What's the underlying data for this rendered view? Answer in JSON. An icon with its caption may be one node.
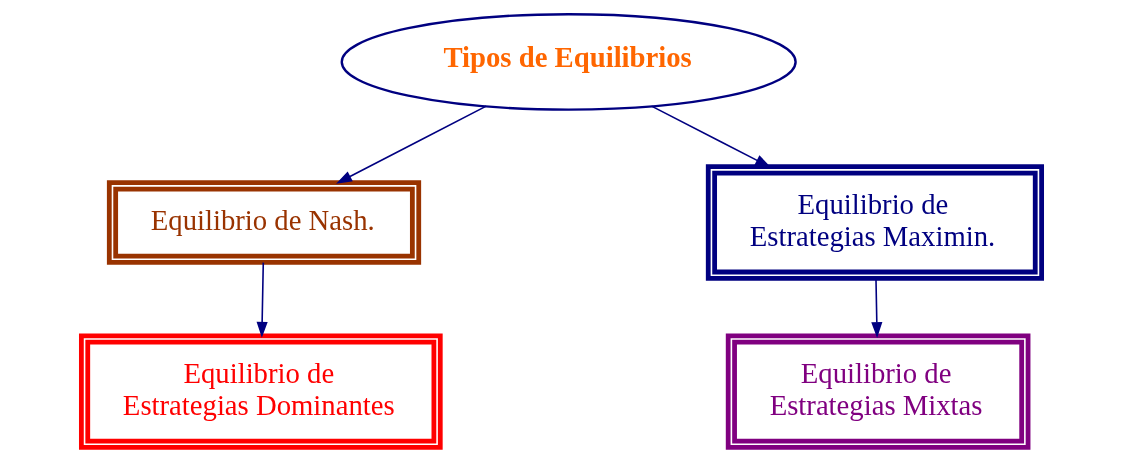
{
  "diagram": {
    "nodes": [
      {
        "text": [
          "Tipos de Equilibrios"
        ]
      },
      {
        "text": [
          "Equilibrio de Nash."
        ]
      },
      {
        "text": [
          "Equilibrio de Estrategias Dominantes"
        ]
      },
      {
        "text": [
          "Equilibrio de Estrategias Maximin."
        ]
      },
      {
        "text": [
          "Equilibrio de Estrategias Mixtas"
        ]
      }
    ],
    "edges": [
      {
        "from": 0,
        "to": 1,
        "arrow": "to"
      },
      {
        "from": 0,
        "to": 3,
        "arrow": "to"
      },
      {
        "from": 1,
        "to": 2,
        "arrow": "to"
      },
      {
        "from": 3,
        "to": 4,
        "arrow": "to"
      }
    ]
  }
}
